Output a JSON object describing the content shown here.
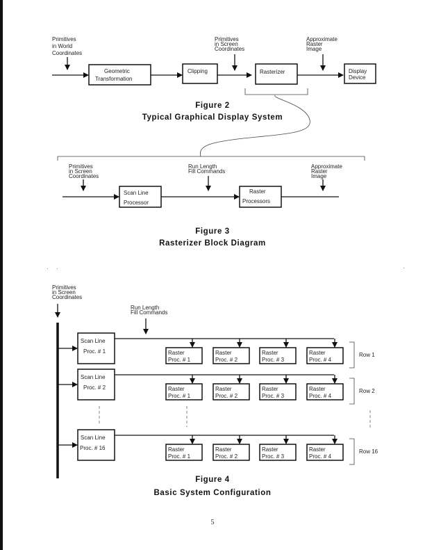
{
  "figure2": {
    "caption_number": "Figure 2",
    "caption_title": "Typical Graphical Display System",
    "input_label": [
      "Primitives",
      "in World",
      "Coordinates"
    ],
    "boxes": [
      {
        "lines": [
          "Geometric",
          "Transformation"
        ]
      },
      {
        "lines": [
          "Clipping"
        ]
      },
      {
        "lines": [
          "Rasterizer"
        ]
      },
      {
        "lines": [
          "Display",
          "Device"
        ]
      }
    ],
    "screen_label": [
      "Primitives",
      "in Screen",
      "Coordinates"
    ],
    "raster_label": [
      "Approximate",
      "Raster",
      "Image"
    ]
  },
  "figure3": {
    "caption_number": "Figure 3",
    "caption_title": "Rasterizer Block Diagram",
    "input_label": [
      "Primitives",
      "in Screen",
      "Coordinates"
    ],
    "middle_label": [
      "Run Length",
      "Fill Commands"
    ],
    "output_label": [
      "Approximate",
      "Raster",
      "Image"
    ],
    "boxes": [
      {
        "lines": [
          "Scan Line",
          "Processor"
        ]
      },
      {
        "lines": [
          "Raster",
          "Processors"
        ]
      }
    ]
  },
  "figure4": {
    "caption_number": "Figure 4",
    "caption_title": "Basic System Configuration",
    "input_label": [
      "Primitives",
      "in Screen",
      "Coordinates"
    ],
    "fill_label": [
      "Run Length",
      "Fill Commands"
    ],
    "rows": [
      {
        "scan_line": [
          "Scan Line",
          "Proc. # 1"
        ],
        "row_label": "Row 1",
        "raster": [
          [
            "Raster",
            "Proc. # 1"
          ],
          [
            "Raster",
            "Proc. # 2"
          ],
          [
            "Raster",
            "Proc. # 3"
          ],
          [
            "Raster",
            "Proc. # 4"
          ]
        ]
      },
      {
        "scan_line": [
          "Scan Line",
          "Proc. # 2"
        ],
        "row_label": "Row 2",
        "raster": [
          [
            "Raster",
            "Proc. # 1"
          ],
          [
            "Raster",
            "Proc. # 2"
          ],
          [
            "Raster",
            "Proc. # 3"
          ],
          [
            "Raster",
            "Proc. # 4"
          ]
        ]
      },
      {
        "scan_line": [
          "Scan Line",
          "Proc. # 16"
        ],
        "row_label": "Row 16",
        "raster": [
          [
            "Raster",
            "Proc. # 1"
          ],
          [
            "Raster",
            "Proc. # 2"
          ],
          [
            "Raster",
            "Proc. # 3"
          ],
          [
            "Raster",
            "Proc. # 4"
          ]
        ]
      }
    ]
  },
  "page_number": "5"
}
